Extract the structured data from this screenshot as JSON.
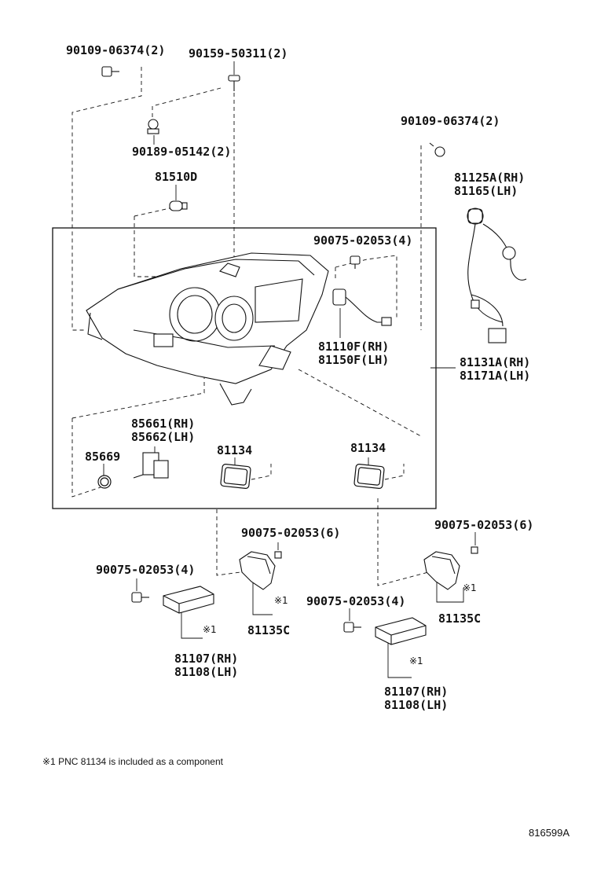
{
  "parts": {
    "bolt_top_left": "90109-06374(2)",
    "screw_top": "90159-50311(2)",
    "clip": "90189-05142(2)",
    "bulb": "81510D",
    "bolt_top_right": "90109-06374(2)",
    "socket_rh": "81125A(RH)",
    "socket_lh": "81165(LH)",
    "screw_inner": "90075-02053(4)",
    "lamp_unit_rh": "81110F(RH)",
    "lamp_unit_lh": "81150F(LH)",
    "headlamp_assy_rh": "81131A(RH)",
    "headlamp_assy_lh": "81171A(LH)",
    "actuator_rh": "85661(RH)",
    "actuator_lh": "85662(LH)",
    "oring": "85669",
    "gasket_left": "81134",
    "gasket_right": "81134",
    "screw_bracket_left": "90075-02053(6)",
    "screw_bracket_right": "90075-02053(6)",
    "screw_module_left": "90075-02053(4)",
    "screw_module_right": "90075-02053(4)",
    "bracket_left": "81135C",
    "bracket_right": "81135C",
    "module_left_rh": "81107(RH)",
    "module_left_lh": "81108(LH)",
    "module_right_rh": "81107(RH)",
    "module_right_lh": "81108(LH)"
  },
  "marks": {
    "m1": "※1",
    "m2": "※1",
    "m3": "※1",
    "m4": "※1"
  },
  "footnote": "※1 PNC 81134 is included as a component",
  "diagram_code": "816599A"
}
